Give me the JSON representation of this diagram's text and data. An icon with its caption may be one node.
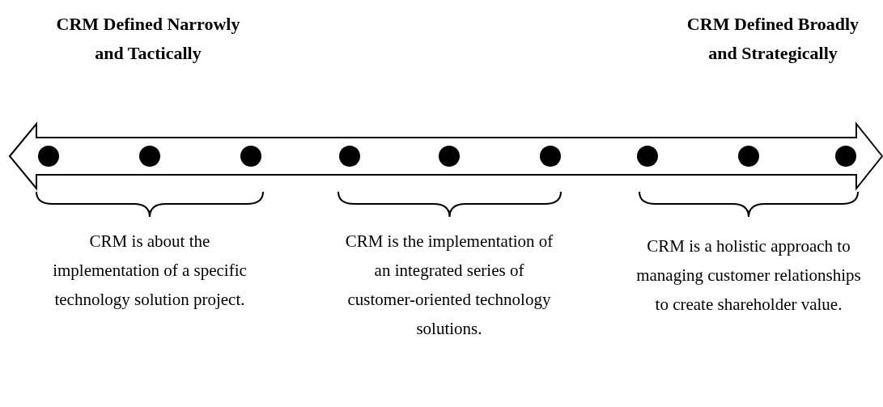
{
  "diagram": {
    "labels": [
      "CRM Defined Narrowly and Tactically",
      "CRM Defined Broadly and Strategically",
      "CRM is about the implementation of a specific technology solution project.",
      "CRM is the implementation of an integrated series of customer-oriented technology solutions.",
      "CRM is a holistic approach to managing customer relationships to create shareholder value."
    ]
  }
}
